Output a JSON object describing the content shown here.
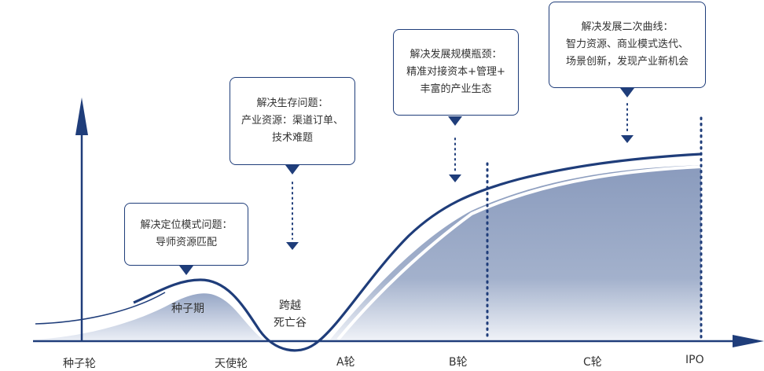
{
  "axis": {
    "stages": [
      "种子轮",
      "天使轮",
      "A轮",
      "B轮",
      "C轮",
      "IPO"
    ]
  },
  "labels": {
    "seed_period": "种子期",
    "valley_line1": "跨越",
    "valley_line2": "死亡谷"
  },
  "callouts": [
    {
      "lines": [
        "解决定位模式问题：",
        "导师资源匹配"
      ]
    },
    {
      "lines": [
        "解决生存问题：",
        "产业资源：渠道订单、",
        "技术难题"
      ]
    },
    {
      "lines": [
        "解决发展规模瓶颈：",
        "精准对接资本+管理+",
        "丰富的产业生态"
      ]
    },
    {
      "lines": [
        "解决发展二次曲线：",
        "智力资源、商业模式迭代、",
        "场景创新，发现产业新机会"
      ]
    }
  ],
  "colors": {
    "primary": "#1f3d7a",
    "fill_dark": "#8a9bbd",
    "fill_light": "#eef1f7",
    "dots": "#1f3d7a"
  }
}
